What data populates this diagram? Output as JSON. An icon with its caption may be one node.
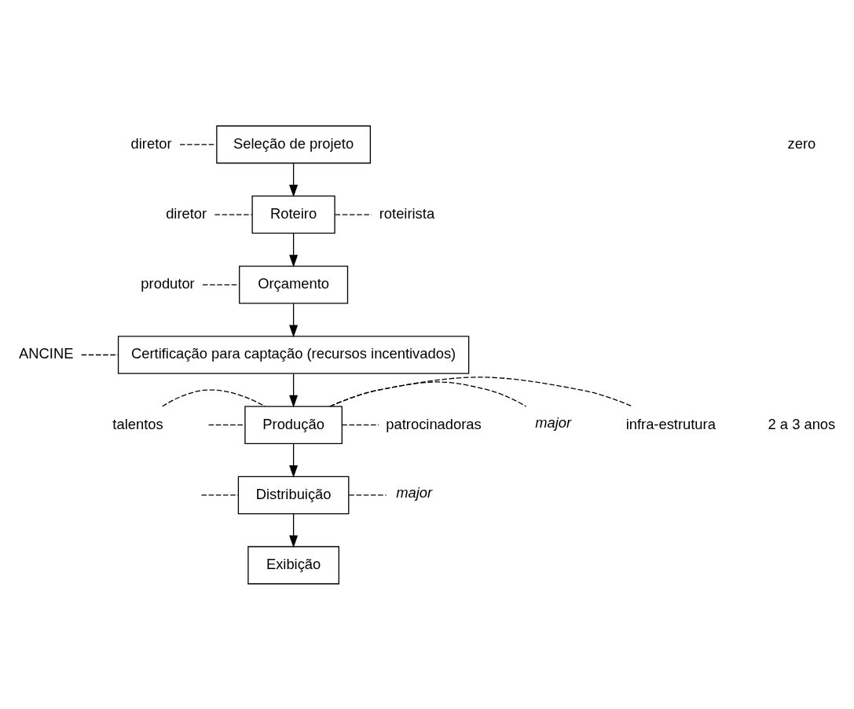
{
  "diagram": {
    "nodes": [
      {
        "text": [
          "Seleção de projeto"
        ]
      },
      {
        "text": [
          "Roteiro"
        ]
      },
      {
        "text": [
          "Orçamento"
        ]
      },
      {
        "text": [
          "Certificação para captação (recursos incentivados)"
        ]
      },
      {
        "text": [
          "Produção"
        ]
      },
      {
        "text": [
          "Distribuição"
        ]
      },
      {
        "text": [
          "Exibição"
        ]
      },
      {
        "text": [
          "diretor"
        ]
      },
      {
        "text": [
          "diretor"
        ]
      },
      {
        "text": [
          "roteirista"
        ]
      },
      {
        "text": [
          "produtor"
        ]
      },
      {
        "text": [
          "ANCINE"
        ]
      },
      {
        "text": [
          "talentos"
        ]
      },
      {
        "text": [
          "infra-estrutura"
        ]
      },
      {
        "text": [
          "major"
        ]
      },
      {
        "text": [
          "patrocinadoras"
        ]
      },
      {
        "text": [
          "major"
        ]
      }
    ],
    "edges": [
      {
        "from": 0,
        "to": 1,
        "arrow": "to"
      },
      {
        "from": 1,
        "to": 2,
        "arrow": "to"
      },
      {
        "from": 2,
        "to": 3,
        "arrow": "to"
      },
      {
        "from": 3,
        "to": 4,
        "arrow": "to"
      },
      {
        "from": 4,
        "to": 5,
        "arrow": "to"
      },
      {
        "from": 5,
        "to": 6,
        "arrow": "to"
      },
      {
        "from": 7,
        "to": 0,
        "arrow": "none",
        "style": "dashed"
      },
      {
        "from": 8,
        "to": 1,
        "arrow": "none",
        "style": "dashed"
      },
      {
        "from": 1,
        "to": 9,
        "arrow": "none",
        "style": "dashed"
      },
      {
        "from": 10,
        "to": 2,
        "arrow": "none",
        "style": "dashed"
      },
      {
        "from": 11,
        "to": 3,
        "arrow": "none",
        "style": "dashed"
      },
      {
        "from": null,
        "to": 4,
        "arrow": "none",
        "style": "dashed"
      },
      {
        "from": 12,
        "to": 4,
        "arrow": "none",
        "style": "dashed"
      },
      {
        "from": 4,
        "to": 13,
        "arrow": "none",
        "style": "dashed"
      },
      {
        "from": 4,
        "to": 14,
        "arrow": "none",
        "style": "dashed"
      },
      {
        "from": 4,
        "to": 15,
        "arrow": "none",
        "style": "dashed"
      },
      {
        "from": null,
        "to": 5,
        "arrow": "none",
        "style": "dashed"
      },
      {
        "from": 5,
        "to": 16,
        "arrow": "none",
        "style": "dashed"
      }
    ],
    "labels": [
      "zero",
      "2 a 3 anos"
    ]
  }
}
